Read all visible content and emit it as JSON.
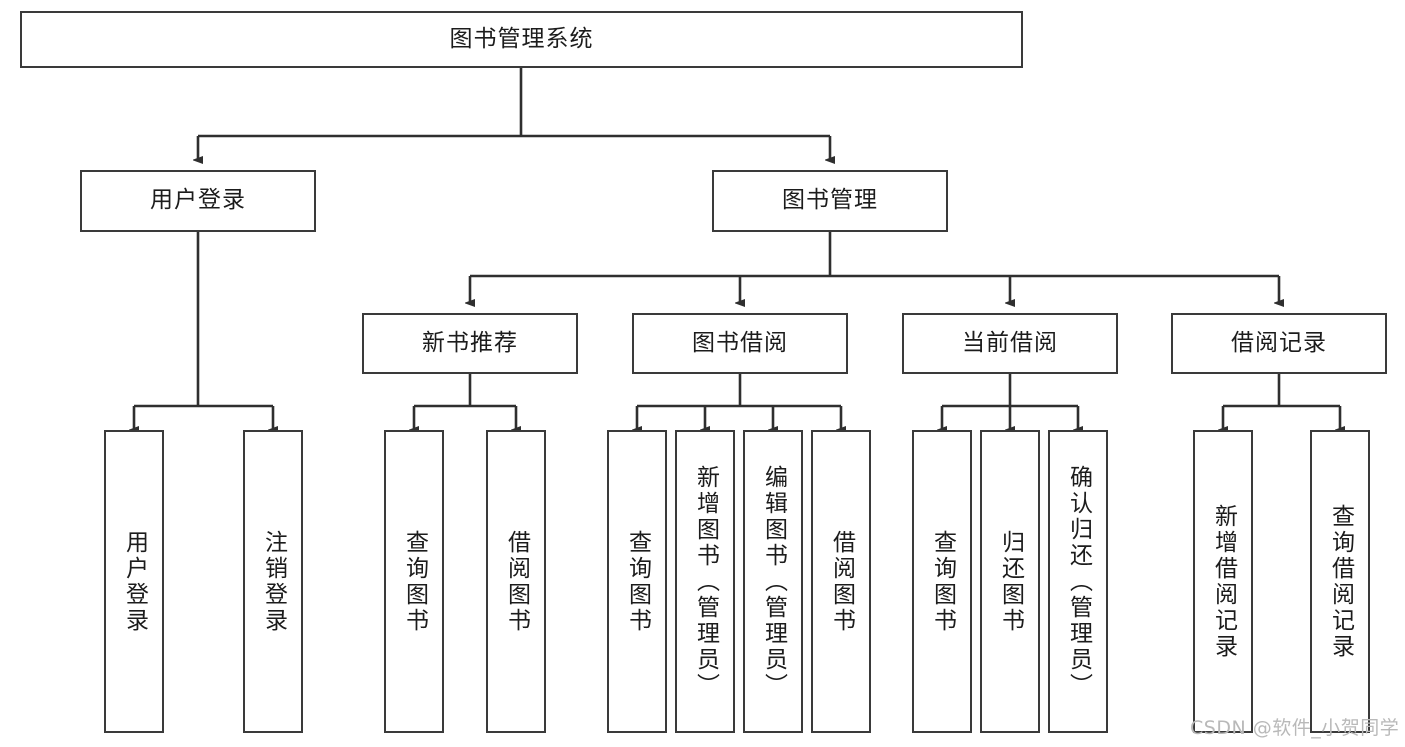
{
  "diagram": {
    "type": "tree",
    "title": "图书管理系统",
    "root": {
      "label": "图书管理系统"
    },
    "level1": [
      {
        "label": "用户登录"
      },
      {
        "label": "图书管理"
      }
    ],
    "level2": [
      {
        "label": "新书推荐"
      },
      {
        "label": "图书借阅"
      },
      {
        "label": "当前借阅"
      },
      {
        "label": "借阅记录"
      }
    ],
    "leaves": {
      "user_login": [
        {
          "label": "用户登录"
        },
        {
          "label": "注销登录"
        }
      ],
      "new_book_recommend": [
        {
          "label": "查询图书"
        },
        {
          "label": "借阅图书"
        }
      ],
      "book_borrow": [
        {
          "label": "查询图书"
        },
        {
          "label": "新增图书（管理员）"
        },
        {
          "label": "编辑图书（管理员）"
        },
        {
          "label": "借阅图书"
        }
      ],
      "current_borrow": [
        {
          "label": "查询图书"
        },
        {
          "label": "归还图书"
        },
        {
          "label": "确认归还（管理员）"
        }
      ],
      "borrow_records": [
        {
          "label": "新增借阅记录"
        },
        {
          "label": "查询借阅记录"
        }
      ]
    }
  },
  "watermark": {
    "text": "CSDN @软件_小贺同学"
  },
  "colors": {
    "border": "#3a3a3a",
    "background": "#ffffff",
    "text": "#1c1c1c",
    "watermark": "#b9b9b9"
  }
}
